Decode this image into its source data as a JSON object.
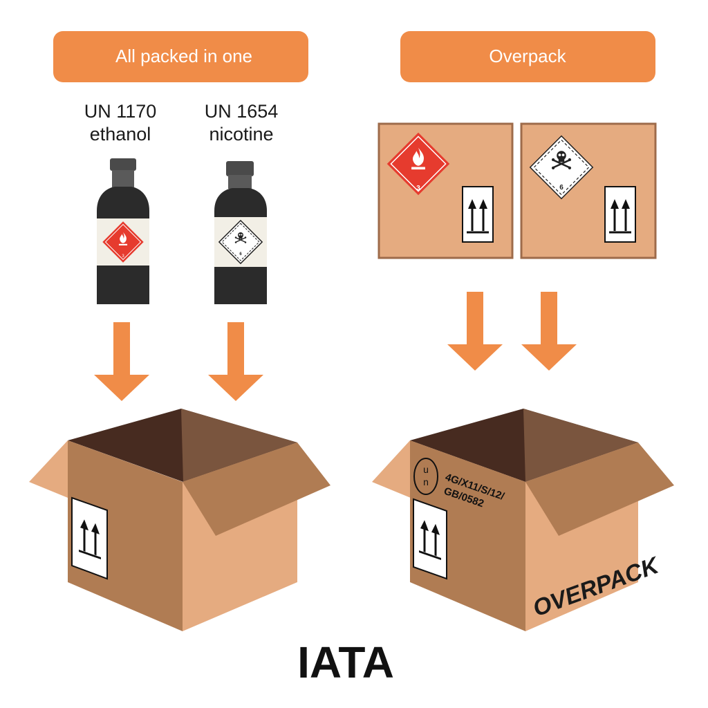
{
  "left_section": {
    "header": "All packed in one",
    "bottles": [
      {
        "un_number": "UN 1170",
        "substance": "ethanol",
        "hazard_class": "3",
        "label_color": "#e63b2e"
      },
      {
        "un_number": "UN 1654",
        "substance": "nicotine",
        "hazard_class": "6",
        "label_color": "#ffffff"
      }
    ]
  },
  "right_section": {
    "header": "Overpack",
    "packages": [
      {
        "hazard_class": "3",
        "label_color": "#e63b2e"
      },
      {
        "hazard_class": "6",
        "label_color": "#ffffff"
      }
    ],
    "un_mark": {
      "letters_top": "u",
      "letters_bottom": "n",
      "code_line1": "4G/X11/S/12/",
      "code_line2": "GB/0582"
    },
    "overpack_text": "OVERPACK"
  },
  "footer": {
    "title": "IATA"
  },
  "colors": {
    "accent_orange": "#f08c48",
    "box_front": "#b07c53",
    "box_side": "#e5ab80",
    "box_interior_dark": "#472b20",
    "box_interior_mid": "#7a553e",
    "bottle": "#2b2b2b",
    "flammable_red": "#e63b2e"
  },
  "icons": [
    "flame-icon",
    "skull-icon",
    "this-way-up-icon",
    "down-arrow-icon"
  ]
}
